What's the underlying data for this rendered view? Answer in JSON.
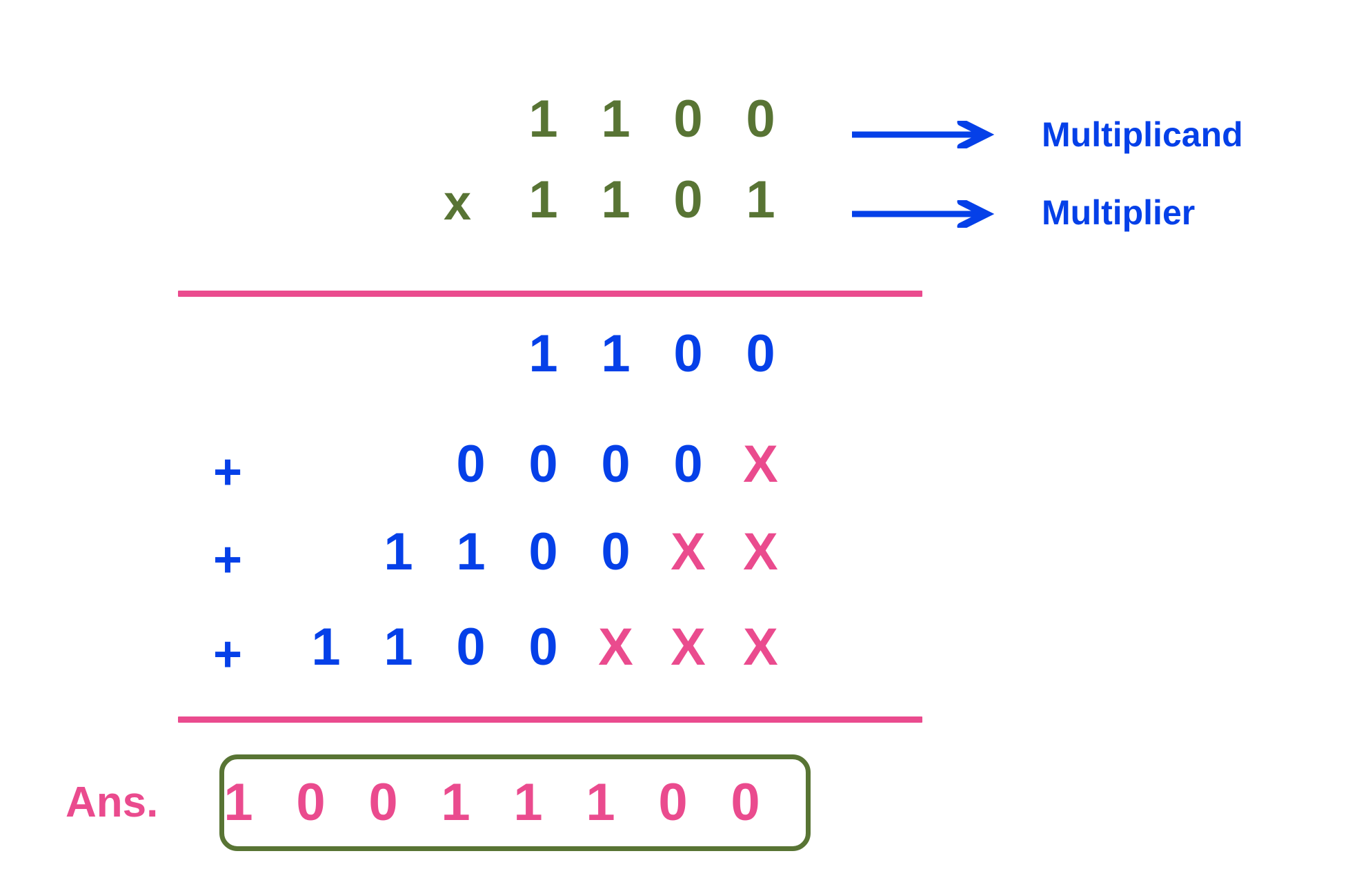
{
  "colors": {
    "green": "#587434",
    "blue": "#0540e8",
    "pink": "#ea4b8e",
    "background": "#ffffff"
  },
  "problem": {
    "multiplicand": {
      "digits": [
        "1",
        "1",
        "0",
        "0"
      ],
      "label": "Multiplicand",
      "color": "#587434"
    },
    "multiplier": {
      "operator": "x",
      "digits": [
        "1",
        "1",
        "0",
        "1"
      ],
      "label": "Multiplier",
      "color": "#587434"
    }
  },
  "partial_products": [
    {
      "operator": "",
      "cells": [
        "1",
        "1",
        "0",
        "0"
      ],
      "placeholders": 0
    },
    {
      "operator": "+",
      "cells": [
        "0",
        "0",
        "0",
        "0",
        "X"
      ],
      "placeholders": 1
    },
    {
      "operator": "+",
      "cells": [
        "1",
        "1",
        "0",
        "0",
        "X",
        "X"
      ],
      "placeholders": 2
    },
    {
      "operator": "+",
      "cells": [
        "1",
        "1",
        "0",
        "0",
        "X",
        "X",
        "X"
      ],
      "placeholders": 3
    }
  ],
  "answer": {
    "label": "Ans.",
    "digits": [
      "1",
      "0",
      "0",
      "1",
      "1",
      "1",
      "0",
      "0"
    ]
  },
  "rows": {
    "r1": {
      "d0": "1",
      "d1": "1",
      "d2": "0",
      "d3": "0"
    },
    "r2": {
      "op": "x",
      "d0": "1",
      "d1": "1",
      "d2": "0",
      "d3": "1"
    },
    "p1": {
      "d0": "1",
      "d1": "1",
      "d2": "0",
      "d3": "0"
    },
    "p2": {
      "op": "+",
      "d0": "0",
      "d1": "0",
      "d2": "0",
      "d3": "0",
      "x0": "X"
    },
    "p3": {
      "op": "+",
      "d0": "1",
      "d1": "1",
      "d2": "0",
      "d3": "0",
      "x0": "X",
      "x1": "X"
    },
    "p4": {
      "op": "+",
      "d0": "1",
      "d1": "1",
      "d2": "0",
      "d3": "0",
      "x0": "X",
      "x1": "X",
      "x2": "X"
    },
    "ans": {
      "d0": "1",
      "d1": "0",
      "d2": "0",
      "d3": "1",
      "d4": "1",
      "d5": "1",
      "d6": "0",
      "d7": "0"
    }
  },
  "annotations": {
    "multiplicand_label": "Multiplicand",
    "multiplier_label": "Multiplier",
    "arrow_icon": "right-arrow-icon"
  }
}
